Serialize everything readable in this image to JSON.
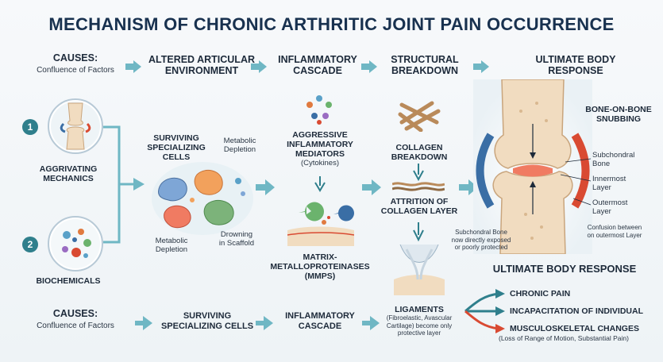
{
  "title": "MECHANISM OF CHRONIC ARTHRITIC JOINT PAIN OCCURRENCE",
  "header": {
    "causes_title": "CAUSES:",
    "causes_sub": "Confluence of Factors",
    "altered_line1": "ALTERED ARTICULAR",
    "altered_line2": "ENVIRONMENT",
    "inflam_line1": "INFLAMMATORY",
    "inflam_line2": "CASCADE",
    "struct_line1": "STRUCTURAL",
    "struct_line2": "BREAKDOWN",
    "ultimate_line1": "ULTIMATE BODY",
    "ultimate_line2": "RESPONSE"
  },
  "causes": {
    "num1": "1",
    "num2": "2",
    "aggr_line1": "AGGRIVATING",
    "aggr_line2": "MECHANICS",
    "bio": "BIOCHEMICALS"
  },
  "cells": {
    "surv_line1": "SURVIVING",
    "surv_line2": "SPECIALIZING",
    "surv_line3": "CELLS",
    "meta1_line1": "Metabolic",
    "meta1_line2": "Depletion",
    "meta2_line1": "Metabolic",
    "meta2_line2": "Depletion",
    "drown_line1": "Drowning",
    "drown_line2": "in Scaffold"
  },
  "inflam": {
    "aggr_line1": "AGGRESSIVE",
    "aggr_line2": "INFLAMMATORY",
    "aggr_line3": "MEDIATORS",
    "cyto": "(Cytokines)",
    "mmp_line1": "MATRIX-",
    "mmp_line2": "METALLOPROTEINASES",
    "mmp_line3": "(MMPS)"
  },
  "struct": {
    "coll_line1": "COLLAGEN",
    "coll_line2": "BREAKDOWN",
    "attr_line1": "ATTRITION OF",
    "attr_line2": "COLLAGEN LAYER",
    "lig_title": "LIGAMENTS",
    "lig_line1": "(Fibroelastic, Avascular",
    "lig_line2": "Cartilage) become only",
    "lig_line3": "protective layer"
  },
  "joint": {
    "bone_line1": "BONE-ON-BONE",
    "bone_line2": "SNUBBING",
    "subchondral_line1": "Subchondral",
    "subchondral_line2": "Bone",
    "innermost_line1": "Innermost",
    "innermost_line2": "Layer",
    "outermost_line1": "Outermost",
    "outermost_line2": "Layer",
    "exposed_line1": "Subchondral Bone",
    "exposed_line2": "now directly exposed",
    "exposed_line3": "or poorly protected",
    "confusion_line1": "Confusion between",
    "confusion_line2": "on outermost Layer"
  },
  "response": {
    "title": "ULTIMATE BODY RESPONSE",
    "items": [
      {
        "label": "CHRONIC PAIN",
        "color": "#2f7f8c"
      },
      {
        "label": "INCAPACITATION OF INDIVIDUAL",
        "color": "#2f7f8c"
      },
      {
        "label": "MUSCULOSKELETAL CHANGES",
        "color": "#d94a32"
      }
    ],
    "ms_sub": "(Loss of Range of Motion, Substantial Pain)"
  },
  "footer": {
    "causes_title": "CAUSES:",
    "causes_sub": "Confluence of Factors",
    "surv_line1": "SURVIVING",
    "surv_line2": "SPECIALIZING CELLS",
    "inflam_line1": "INFLAMMATORY",
    "inflam_line2": "CASCADE"
  },
  "colors": {
    "teal": "#2f7f8c",
    "arrow": "#6fb7c4",
    "navy": "#18314f",
    "red": "#d94a32"
  }
}
